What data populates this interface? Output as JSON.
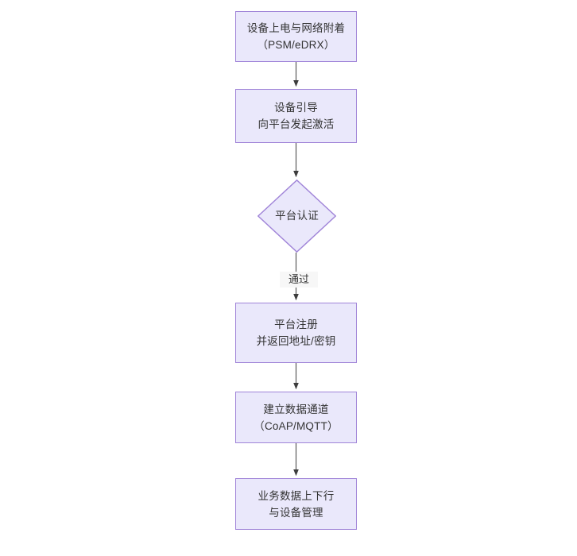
{
  "diagram": {
    "type": "flowchart",
    "orientation": "top-to-bottom",
    "colors": {
      "node_fill": "#eae8fb",
      "node_border": "#a084d8",
      "edge_stroke": "#4d4d4d",
      "text": "#333333",
      "edge_label_background": "#f7f7f7",
      "canvas_background": "#ffffff"
    },
    "nodes": [
      {
        "id": "n1",
        "shape": "rectangle",
        "lines": [
          "设备上电与网络附着",
          "（PSM/eDRX）"
        ]
      },
      {
        "id": "n2",
        "shape": "rectangle",
        "lines": [
          "设备引导",
          "向平台发起激活"
        ]
      },
      {
        "id": "n3",
        "shape": "diamond",
        "lines": [
          "平台认证"
        ]
      },
      {
        "id": "n4",
        "shape": "rectangle",
        "lines": [
          "平台注册",
          "并返回地址/密钥"
        ]
      },
      {
        "id": "n5",
        "shape": "rectangle",
        "lines": [
          "建立数据通道",
          "（CoAP/MQTT）"
        ]
      },
      {
        "id": "n6",
        "shape": "rectangle",
        "lines": [
          "业务数据上下行",
          "与设备管理"
        ]
      }
    ],
    "edges": [
      {
        "id": "e1",
        "from": "n1",
        "to": "n2",
        "label": ""
      },
      {
        "id": "e2",
        "from": "n2",
        "to": "n3",
        "label": ""
      },
      {
        "id": "e3",
        "from": "n3",
        "to": "n4",
        "label": "通过"
      },
      {
        "id": "e4",
        "from": "n4",
        "to": "n5",
        "label": ""
      },
      {
        "id": "e5",
        "from": "n5",
        "to": "n6",
        "label": ""
      }
    ]
  }
}
